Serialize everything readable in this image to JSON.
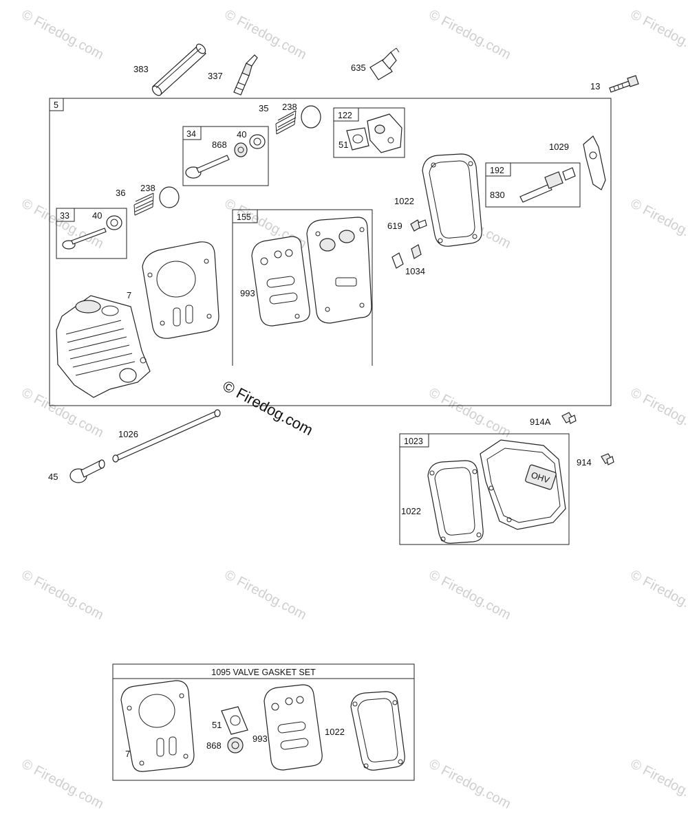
{
  "watermark": {
    "symbol": "©",
    "text": "Firedog.com",
    "center_text": "© Firedog.com"
  },
  "main_group": {
    "box_label": "5"
  },
  "subgroups": {
    "g33": {
      "box_label": "33",
      "part": "40"
    },
    "g34": {
      "box_label": "34",
      "parts": [
        "868",
        "40"
      ]
    },
    "g122": {
      "box_label": "122",
      "part": "51"
    },
    "g155": {
      "box_label": "155",
      "part": "993"
    },
    "g192": {
      "box_label": "192",
      "part": "830"
    },
    "g1023": {
      "box_label": "1023",
      "part": "1022"
    }
  },
  "callouts": {
    "c383": "383",
    "c337": "337",
    "c635": "635",
    "c13": "13",
    "c35": "35",
    "c238a": "238",
    "c36": "36",
    "c238b": "238",
    "c7": "7",
    "c1029": "1029",
    "c1022": "1022",
    "c619": "619",
    "c1034": "1034",
    "c1026": "1026",
    "c45": "45",
    "c914A": "914A",
    "c914": "914"
  },
  "gasket_set": {
    "title": "1095 VALVE GASKET SET",
    "parts": {
      "p7": "7",
      "p51": "51",
      "p868": "868",
      "p993": "993",
      "p1022": "1022"
    }
  },
  "valve_cover_logo": "OHV"
}
